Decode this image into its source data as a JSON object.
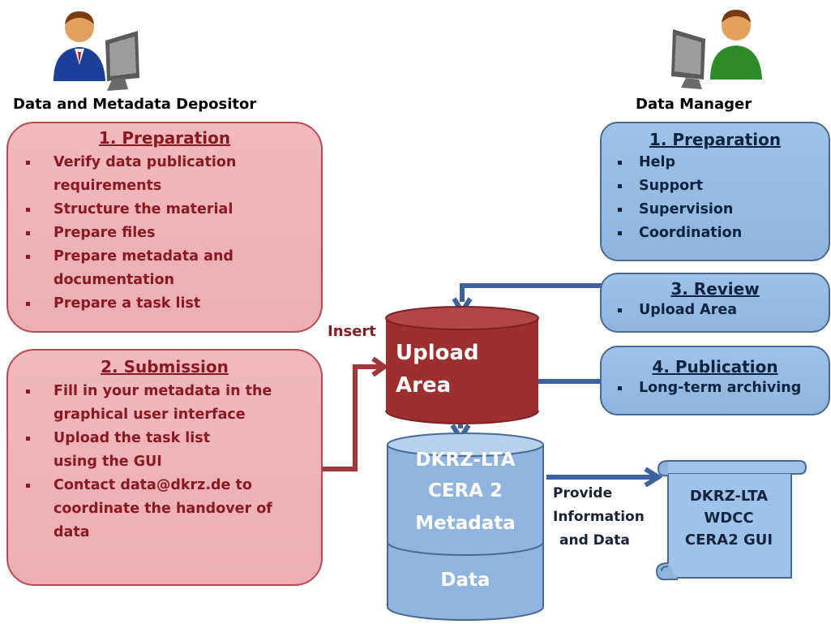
{
  "actors": {
    "depositor": {
      "title": "Data and Metadata Depositor",
      "icon": "person-at-computer-icon"
    },
    "manager": {
      "title": "Data Manager",
      "icon": "person-at-computer-icon"
    }
  },
  "depositor_boxes": {
    "preparation": {
      "title": "1. Preparation",
      "items": [
        "Verify data publication requirements",
        "Structure the material",
        "Prepare files",
        "Prepare metadata and documentation",
        "Prepare a task list"
      ]
    },
    "submission": {
      "title": "2. Submission",
      "items": [
        "Fill in your metadata in the graphical user interface",
        "Upload the task list using the GUI",
        "Contact data@dkrz.de to coordinate the handover of data"
      ]
    }
  },
  "manager_boxes": {
    "preparation": {
      "title": "1. Preparation",
      "items": [
        "Help",
        "Support",
        "Supervision",
        "Coordination"
      ]
    },
    "review": {
      "title": "3. Review",
      "items": [
        "Upload Area"
      ]
    },
    "publication": {
      "title": "4. Publication",
      "items": [
        "Long-term archiving"
      ]
    }
  },
  "insert_label": "Insert",
  "upload_area": {
    "line1": "Upload",
    "line2": "Area"
  },
  "storage": {
    "line1": "DKRZ-LTA",
    "line2": "CERA 2",
    "line3": "Metadata",
    "line4": "Data"
  },
  "provide_note": {
    "line1": "Provide",
    "line2": "Information",
    "line3": "and Data"
  },
  "scroll": {
    "line1": "DKRZ-LTA",
    "line2": "WDCC",
    "line3": "CERA2 GUI"
  },
  "colors": {
    "depositor_fill": "#f2b9bd",
    "depositor_border": "#b54a4f",
    "depositor_text": "#8b1a20",
    "manager_fill": "#9ec3ea",
    "manager_border": "#476a94",
    "upload_cylinder": "#9e2f30",
    "arrow_blue": "#3c62a0",
    "arrow_red": "#a0373a"
  }
}
